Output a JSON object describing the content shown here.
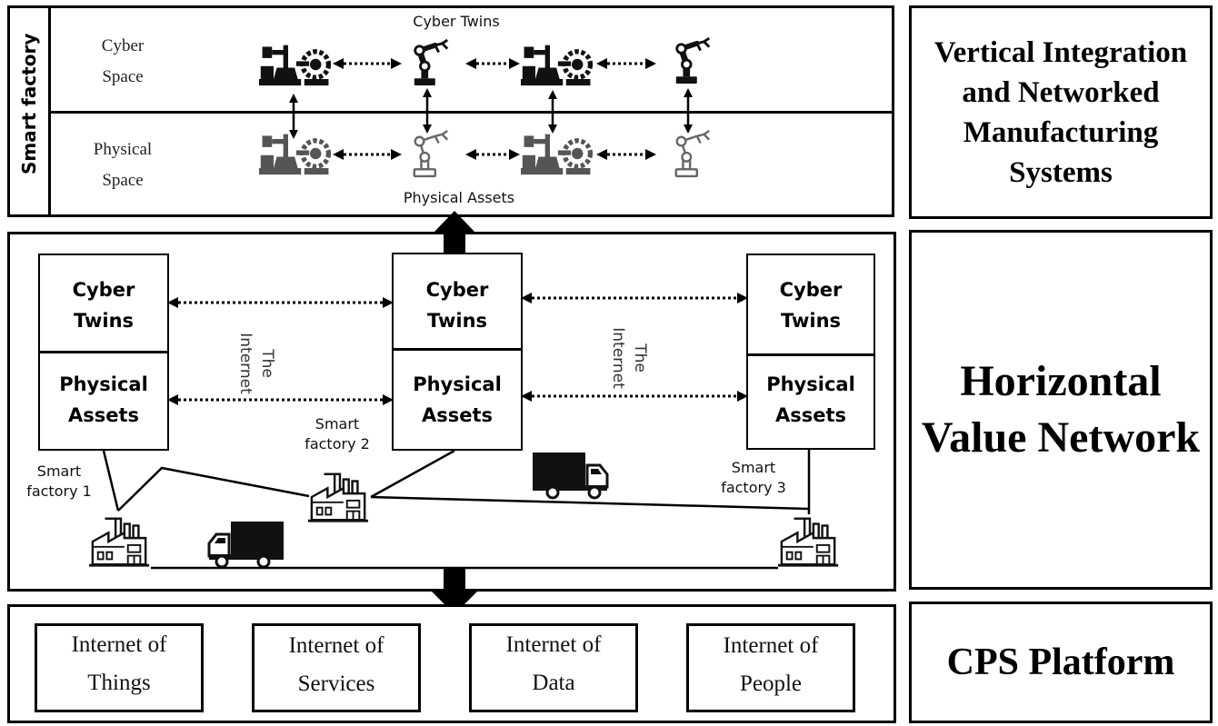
{
  "smart_factory_panel": {
    "side_label": "Smart factory",
    "cyber_space_label_line1": "Cyber",
    "cyber_space_label_line2": "Space",
    "physical_space_label_line1": "Physical",
    "physical_space_label_line2": "Space",
    "cyber_twins_caption": "Cyber Twins",
    "physical_assets_caption": "Physical Assets",
    "icons": [
      "factory-machine-icon",
      "robot-arm-icon"
    ]
  },
  "horizontal_network": {
    "twin_label_line1": "Cyber",
    "twin_label_line2": "Twins",
    "asset_label_line1": "Physical",
    "asset_label_line2": "Assets",
    "internet_label_line1": "The",
    "internet_label_line2": "Internet",
    "factories": [
      {
        "line1": "Smart",
        "line2": "factory 1"
      },
      {
        "line1": "Smart",
        "line2": "factory 2"
      },
      {
        "line1": "Smart",
        "line2": "factory 3"
      }
    ],
    "icons": [
      "factory-building-icon",
      "delivery-truck-icon"
    ]
  },
  "cps_platform": {
    "items": [
      {
        "line1": "Internet of",
        "line2": "Things"
      },
      {
        "line1": "Internet of",
        "line2": "Services"
      },
      {
        "line1": "Internet of",
        "line2": "Data"
      },
      {
        "line1": "Internet of",
        "line2": "People"
      }
    ]
  },
  "titles": {
    "vertical": {
      "line1": "Vertical Integration",
      "line2": "and Networked",
      "line3": "Manufacturing",
      "line4": "Systems"
    },
    "horizontal": {
      "line1": "Horizontal",
      "line2": "Value Network"
    },
    "cps": "CPS Platform"
  }
}
